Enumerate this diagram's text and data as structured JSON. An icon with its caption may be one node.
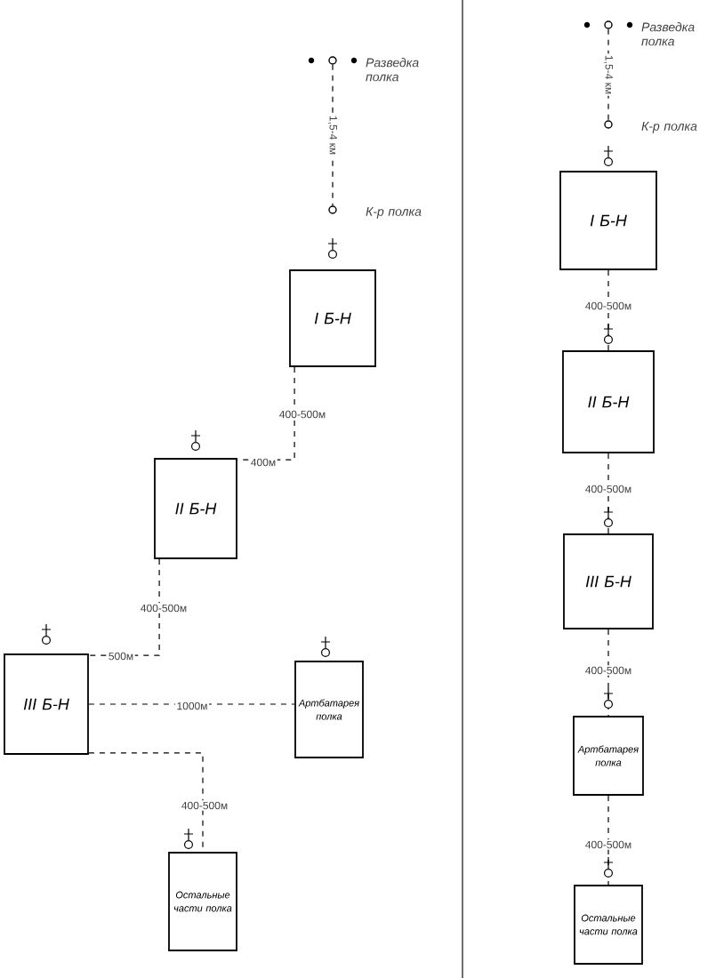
{
  "diagram": {
    "nodes": [
      {
        "text": [],
        "shape": "circle",
        "beside": [
          "Разведка полка"
        ]
      },
      {
        "text": [],
        "shape": "circle",
        "beside": [
          "К-р полка"
        ]
      },
      {
        "text": [
          "I Б-Н"
        ]
      },
      {
        "text": [
          "II Б-Н"
        ]
      },
      {
        "text": [
          "III Б-Н"
        ]
      },
      {
        "text": [
          "Артбатарея полка"
        ]
      },
      {
        "text": [
          "Остальные части полка"
        ]
      },
      {
        "text": [],
        "shape": "circle",
        "beside": [
          "Разведка полка"
        ]
      },
      {
        "text": [],
        "shape": "circle",
        "beside": [
          "К-р полка"
        ]
      },
      {
        "text": [
          "I Б-Н"
        ]
      },
      {
        "text": [
          "II Б-Н"
        ]
      },
      {
        "text": [
          "III Б-Н"
        ]
      },
      {
        "text": [
          "Артбатарея полка"
        ]
      },
      {
        "text": [
          "Остальные части полка"
        ]
      }
    ],
    "edges": [
      {
        "from": 0,
        "to": 1,
        "arrow": "none",
        "style": "dashed",
        "label": "1,5-4 км"
      },
      {
        "from": 2,
        "to": 3,
        "arrow": "none",
        "style": "dashed",
        "label": "400-500м"
      },
      {
        "from": 3,
        "to": 4,
        "arrow": "none",
        "style": "dashed",
        "label": "400-500м"
      },
      {
        "from": 4,
        "to": 5,
        "arrow": "none",
        "style": "dashed",
        "label": "1000м"
      },
      {
        "from": 4,
        "to": 6,
        "arrow": "none",
        "style": "dashed",
        "label": "400-500м"
      },
      {
        "from": 7,
        "to": 8,
        "arrow": "none",
        "style": "dashed",
        "label": "1,5-4 км"
      },
      {
        "from": 9,
        "to": 10,
        "arrow": "none",
        "style": "dashed",
        "label": "400-500м"
      },
      {
        "from": 10,
        "to": 11,
        "arrow": "none",
        "style": "dashed",
        "label": "400-500м"
      },
      {
        "from": 11,
        "to": 12,
        "arrow": "none",
        "style": "dashed",
        "label": "400-500м"
      },
      {
        "from": 12,
        "to": 13,
        "arrow": "none",
        "style": "dashed",
        "label": "400-500м"
      }
    ],
    "labels": [
      "400м",
      "500м"
    ]
  }
}
